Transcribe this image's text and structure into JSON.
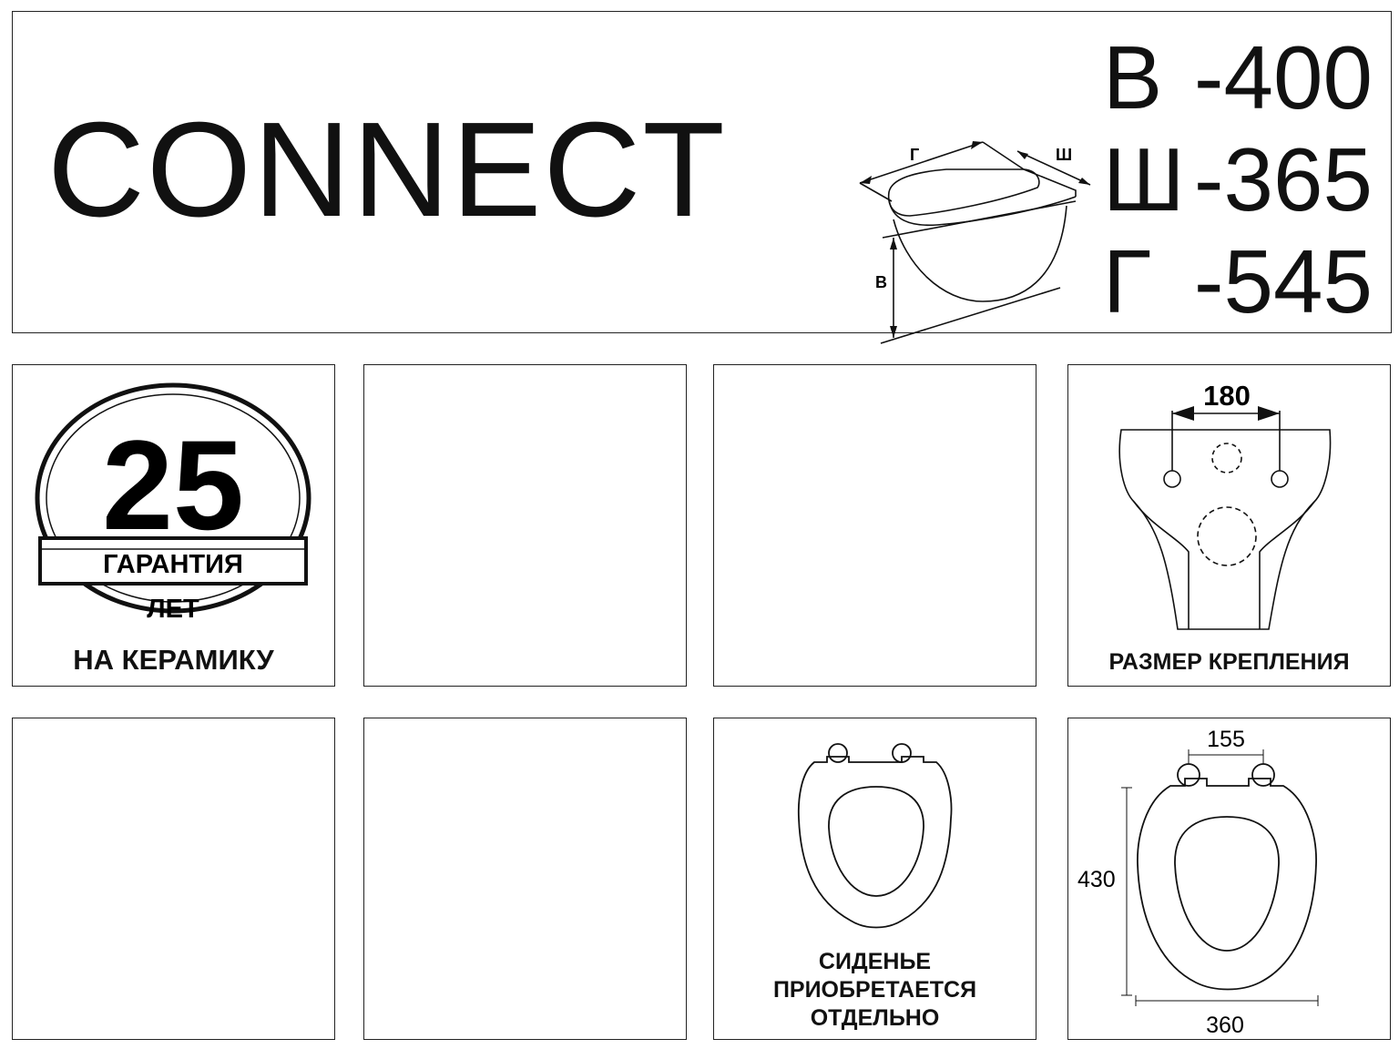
{
  "header": {
    "title": "CONNECT",
    "dimensions": [
      {
        "letter": "В",
        "value": "-400"
      },
      {
        "letter": "Ш",
        "value": "-365"
      },
      {
        "letter": "Г",
        "value": "-545"
      }
    ],
    "diagram_labels": {
      "depth": "Г",
      "width": "Ш",
      "height": "В"
    }
  },
  "warranty": {
    "years": "25",
    "word1": "ГАРАНТИЯ",
    "word2": "ЛЕТ",
    "caption": "НА КЕРАМИКУ"
  },
  "mounting": {
    "dimension": "180",
    "caption": "РАЗМЕР КРЕПЛЕНИЯ"
  },
  "seat_note": {
    "caption_lines": [
      "СИДЕНЬЕ",
      "ПРИОБРЕТАЕТСЯ",
      "ОТДЕЛЬНО"
    ]
  },
  "seat_dimensions": {
    "hinge_spacing": "155",
    "length": "430",
    "width": "360"
  }
}
